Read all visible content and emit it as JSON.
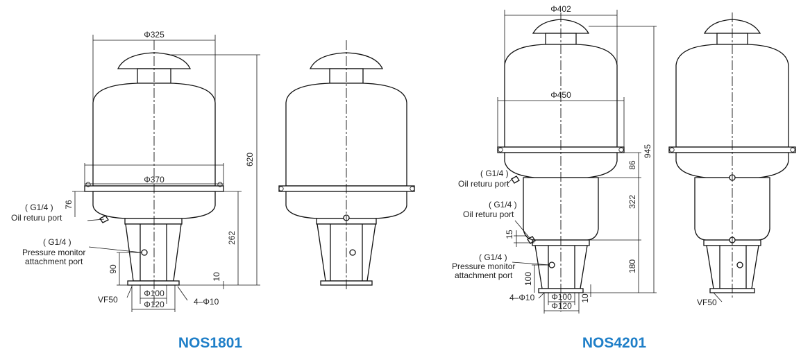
{
  "titles": {
    "left": "NOS1801",
    "right": "NOS4201"
  },
  "nos1801": {
    "dia_top": "Φ325",
    "dia_flange": "Φ370",
    "height_total": "620",
    "height_lower": "262",
    "dim_76": "76",
    "dim_90": "90",
    "dim_10": "10",
    "dia_100": "Φ100",
    "dia_120": "Φ120",
    "holes": "4–Φ10",
    "vf": "VF50",
    "port1_thread": "( G1/4 )",
    "port1_label": "Oil returu port",
    "port2_thread": "( G1/4 )",
    "port2_label1": "Pressure monitor",
    "port2_label2": "attachment port"
  },
  "nos4201": {
    "dia_top": "Φ402",
    "dia_flange": "Φ450",
    "height_total": "945",
    "dim_86": "86",
    "dim_322": "322",
    "dim_15": "15",
    "dim_180": "180",
    "dim_100": "100",
    "dim_10": "10",
    "dia_100": "Φ100",
    "dia_120": "Φ120",
    "holes": "4–Φ10",
    "vf": "VF50",
    "port1_thread": "( G1/4 )",
    "port1_label": "Oil returu port",
    "port2_thread": "( G1/4 )",
    "port2_label": "Oil returu port",
    "port3_thread": "( G1/4 )",
    "port3_label1": "Pressure monitor",
    "port3_label2": "attachment port"
  }
}
